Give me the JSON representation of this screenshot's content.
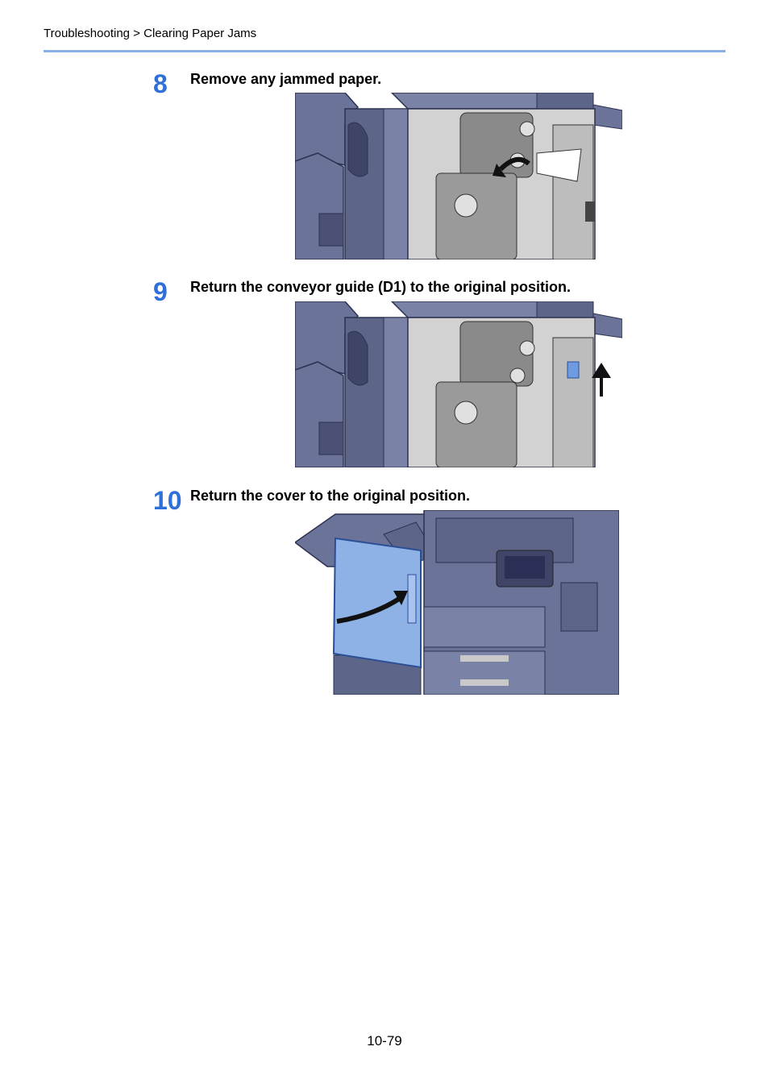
{
  "header": {
    "breadcrumb": "Troubleshooting > Clearing Paper Jams"
  },
  "steps": [
    {
      "number": "8",
      "instruction": "Remove any jammed paper.",
      "illustration": "remove-jammed-paper-illustration"
    },
    {
      "number": "9",
      "instruction": "Return the conveyor guide (D1) to the original position.",
      "illustration": "return-conveyor-guide-illustration"
    },
    {
      "number": "10",
      "instruction": "Return the cover to the original position.",
      "illustration": "close-cover-illustration"
    }
  ],
  "footer": {
    "page_number": "10-79"
  },
  "colors": {
    "accent_blue": "#2f6fd8",
    "header_rule": "#8aaee6",
    "machine_body": "#6b7398",
    "machine_dark": "#3f4566",
    "interior_gray": "#c9c9c9",
    "highlight_blue": "#8fb2e6"
  }
}
